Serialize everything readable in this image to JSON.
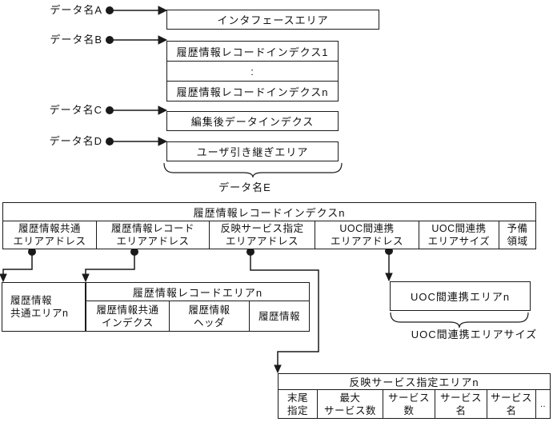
{
  "colors": {
    "line": "#1a1a1a",
    "background": "#ffffff",
    "text": "#111111"
  },
  "pointer_labels": {
    "a": "データ名A",
    "b": "データ名B",
    "c": "データ名C",
    "d": "データ名D",
    "e": "データ名E"
  },
  "top_boxes": {
    "interface": "インタフェースエリア",
    "index_rows": [
      "履歴情報レコードインデクス1",
      ":",
      "履歴情報レコードインデクスn"
    ],
    "edited_index": "編集後データインデクス",
    "user_handover": "ユーザ引き継ぎエリア"
  },
  "index_table": {
    "header": "履歴情報レコードインデクスn",
    "cells": [
      "履歴情報共通\nエリアアドレス",
      "履歴情報レコード\nエリアアドレス",
      "反映サービス指定\nエリアアドレス",
      "UOC間連携\nエリアアドレス",
      "UOC間連携\nエリアサイズ",
      "予備\n領域"
    ]
  },
  "common_area_box": "履歴情報\n共通エリアn",
  "record_table": {
    "header": "履歴情報レコードエリアn",
    "cells": [
      "履歴情報共通\nインデクス",
      "履歴情報\nヘッダ",
      "履歴情報"
    ]
  },
  "uoc_box": "UOC間連携エリアn",
  "uoc_size_label": "UOC間連携エリアサイズ",
  "service_table": {
    "header": "反映サービス指定エリアn",
    "cells": [
      "末尾\n指定",
      "最大\nサービス数",
      "サービス\n数",
      "サービス\n名",
      "サービス\n名",
      ".."
    ]
  }
}
